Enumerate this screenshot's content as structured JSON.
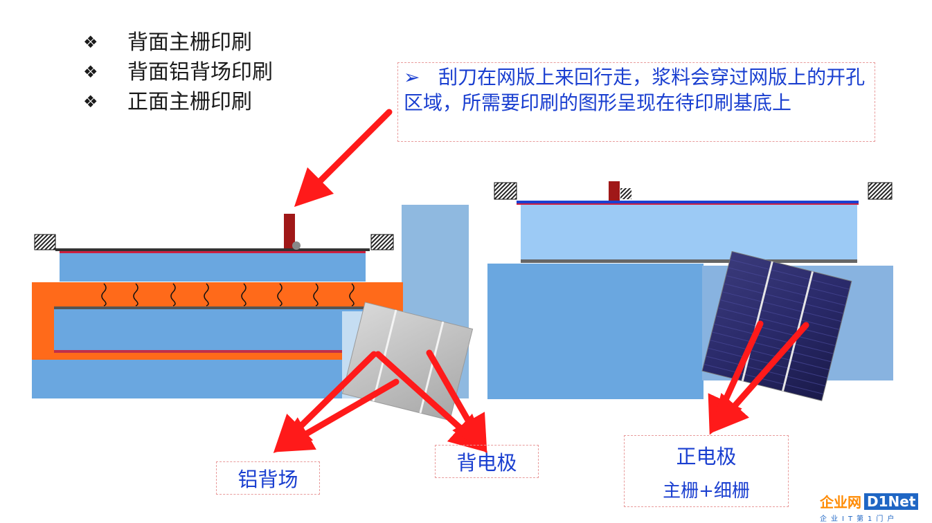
{
  "bullets": {
    "symbol": "❖",
    "items": [
      "背面主栅印刷",
      "背面铝背场印刷",
      "正面主栅印刷"
    ]
  },
  "callout": {
    "marker": "➢",
    "text": "刮刀在网版上来回行走，浆料会穿过网版上的开孔区域，所需要印刷的图形呈现在待印刷基底上"
  },
  "labels": {
    "al_back_field": "铝背场",
    "back_electrode": "背电极",
    "front_electrode": "正电极",
    "front_grid": "主栅+细栅"
  },
  "logo": {
    "cn": "企业网",
    "en": "D1Net",
    "tagline": "企业IT第1门户"
  },
  "colors": {
    "label_text": "#1a3fd0",
    "arrow": "#ff1a1a",
    "frame_orange": "#ff6a1a",
    "platform_blue": "#6aa7e0",
    "substrate_light_blue": "#9ccaf5",
    "squeegee": "#a01818"
  }
}
